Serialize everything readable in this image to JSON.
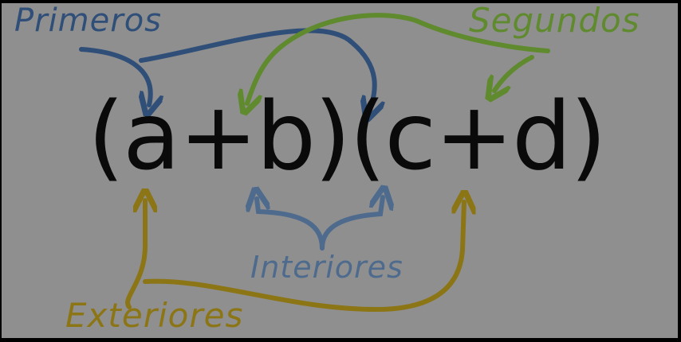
{
  "labels": {
    "primeros": "Primeros",
    "segundos": "Segundos",
    "interiores": "Interiores",
    "exteriores": "Exteriores"
  },
  "expression": "(a+b)(c+d)",
  "colors": {
    "background": "#8f8f8f",
    "primeros": "#2f4f79",
    "segundos": "#5f8a2d",
    "interiores": "#4e6b8e",
    "exteriores": "#8c7515",
    "expression": "#0a0a0a"
  }
}
